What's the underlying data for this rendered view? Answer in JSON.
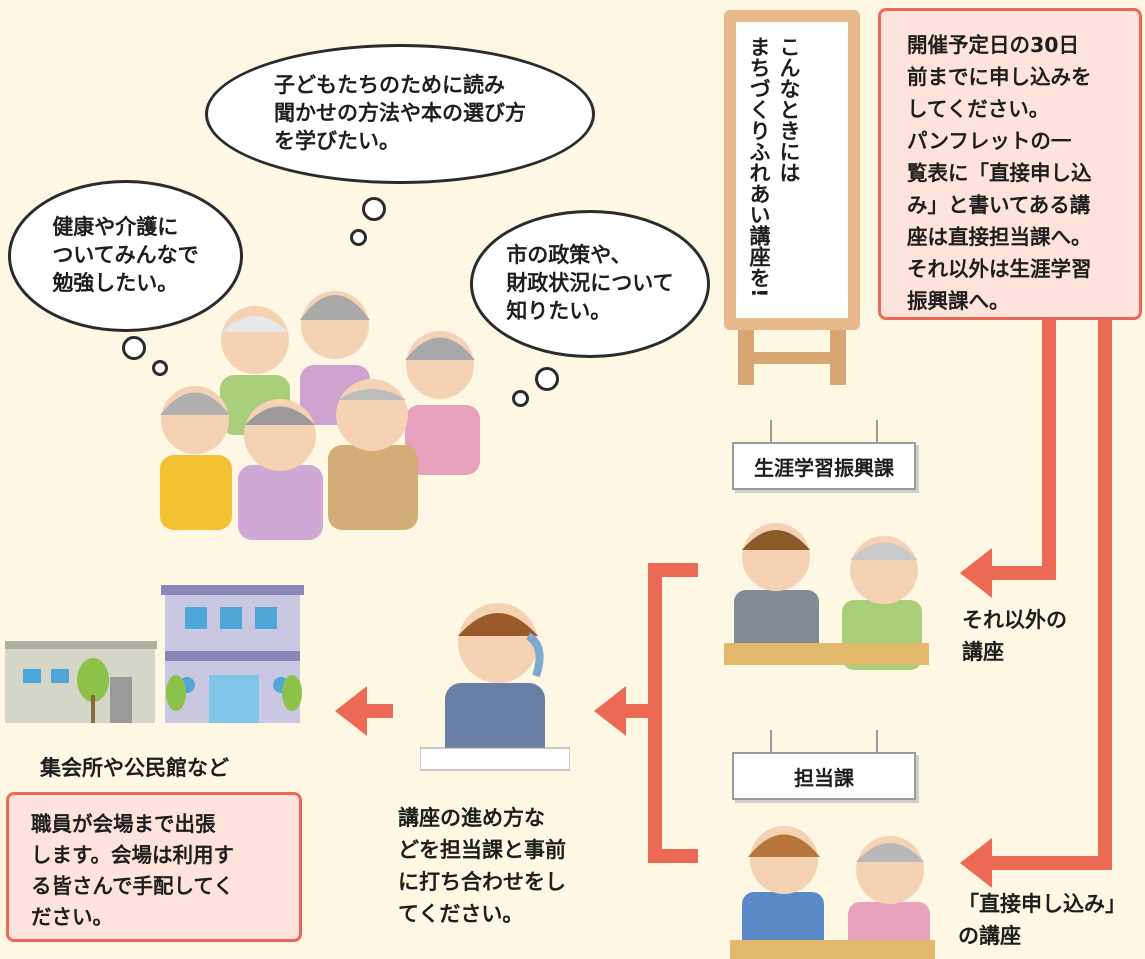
{
  "bubbles": {
    "top": "子どもたちのために読み\n聞かせの方法や本の選び方\nを学びたい。",
    "left": "健康や介護に\nついてみんなで\n勉強したい。",
    "right": "市の政策や、\n財政状況について\n知りたい。"
  },
  "easel": {
    "title_lines": [
      "こんなときには",
      "まちづくりふれあい講座を!"
    ]
  },
  "apply_note": "開催予定日の30日\n前までに申し込みを\nしてください。\nパンフレットの一\n覧表に「直接申し込\nみ」と書いてある講\n座は直接担当課へ。\nそれ以外は生涯学習\n振興課へ。",
  "signs": {
    "lifelong": "生涯学習振興課",
    "charge": "担当課"
  },
  "labels": {
    "other_courses": "それ以外の\n講座",
    "direct_courses": "「直接申し込み」\nの講座",
    "venue_title": "集会所や公民館など",
    "consult_text": "講座の進め方な\nどを担当課と事前\nに打ち合わせをし\nてください。"
  },
  "venue_note": "職員が会場まで出張\nします。会場は利用す\nる皆さんで手配してく\nださい。",
  "colors": {
    "arrow": "#ec6a55",
    "background": "#fdf7e4",
    "note_fill": "#fde3dc"
  }
}
